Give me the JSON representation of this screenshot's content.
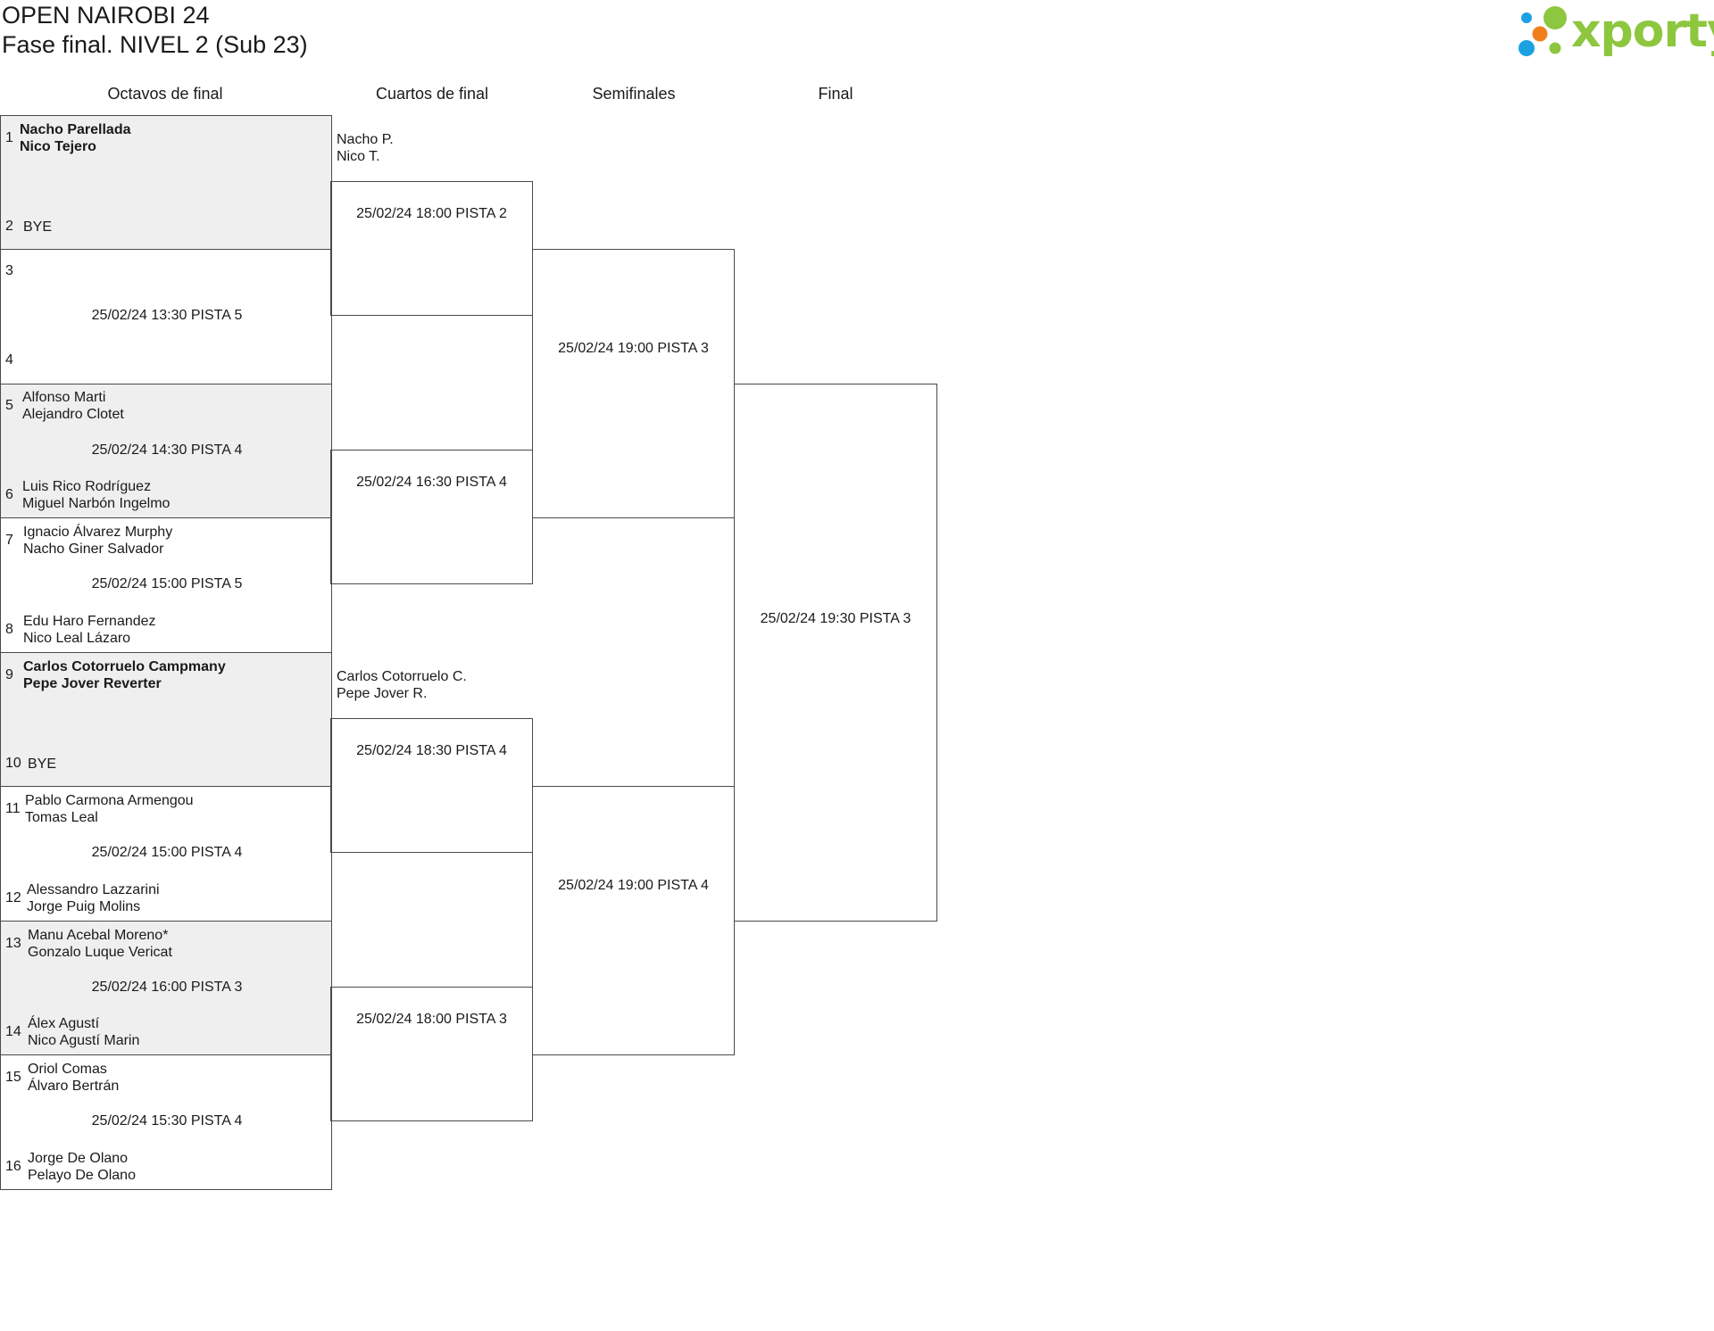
{
  "header": {
    "title": "OPEN NAIROBI 24",
    "subtitle": "Fase final. NIVEL 2 (Sub 23)",
    "logo_text": "xporty",
    "colors": {
      "logo_green": "#8dc63f",
      "logo_orange": "#f07f1b",
      "logo_blue": "#1ba1e2"
    }
  },
  "rounds": [
    "Octavos de final",
    "Cuartos de final",
    "Semifinales",
    "Final"
  ],
  "r16": [
    {
      "seed_a": "1",
      "team_a": [
        "Nacho Parellada",
        "Nico Tejero"
      ],
      "seed_b": "2",
      "team_b": [
        "BYE"
      ],
      "time": ""
    },
    {
      "seed_a": "3",
      "team_a": [],
      "seed_b": "4",
      "team_b": [],
      "time": "25/02/24 13:30 PISTA 5"
    },
    {
      "seed_a": "5",
      "team_a": [
        "Alfonso Marti",
        "Alejandro Clotet"
      ],
      "seed_b": "6",
      "team_b": [
        "Luis Rico Rodríguez",
        "Miguel Narbón Ingelmo"
      ],
      "time": "25/02/24 14:30 PISTA 4"
    },
    {
      "seed_a": "7",
      "team_a": [
        "Ignacio Álvarez Murphy",
        "Nacho Giner Salvador"
      ],
      "seed_b": "8",
      "team_b": [
        "Edu Haro Fernandez",
        "Nico Leal Lázaro"
      ],
      "time": "25/02/24 15:00 PISTA 5"
    },
    {
      "seed_a": "9",
      "team_a": [
        "Carlos Cotorruelo Campmany",
        "Pepe Jover Reverter"
      ],
      "seed_b": "10",
      "team_b": [
        "BYE"
      ],
      "time": ""
    },
    {
      "seed_a": "11",
      "team_a": [
        "Pablo Carmona Armengou",
        "Tomas Leal"
      ],
      "seed_b": "12",
      "team_b": [
        "Alessandro Lazzarini",
        "Jorge Puig Molins"
      ],
      "time": "25/02/24 15:00 PISTA 4"
    },
    {
      "seed_a": "13",
      "team_a": [
        "Manu Acebal Moreno*",
        "Gonzalo Luque Vericat"
      ],
      "seed_b": "14",
      "team_b": [
        "Álex Agustí",
        "Nico Agustí Marin"
      ],
      "time": "25/02/24 16:00 PISTA 3"
    },
    {
      "seed_a": "15",
      "team_a": [
        "Oriol Comas",
        "Álvaro Bertrán"
      ],
      "seed_b": "16",
      "team_b": [
        "Jorge De Olano",
        "Pelayo De Olano"
      ],
      "time": "25/02/24 15:30 PISTA 4"
    }
  ],
  "qf_advanced": [
    [
      "Nacho P.",
      "Nico T."
    ],
    [
      "Carlos Cotorruelo C.",
      "Pepe Jover R."
    ]
  ],
  "qf": [
    {
      "time": "25/02/24 18:00 PISTA 2"
    },
    {
      "time": "25/02/24 16:30 PISTA 4"
    },
    {
      "time": "25/02/24 18:30 PISTA 4"
    },
    {
      "time": "25/02/24 18:00 PISTA 3"
    }
  ],
  "sf": [
    {
      "time": "25/02/24 19:00 PISTA 3"
    },
    {
      "time": "25/02/24 19:00 PISTA 4"
    }
  ],
  "final": {
    "time": "25/02/24 19:30 PISTA 3"
  }
}
